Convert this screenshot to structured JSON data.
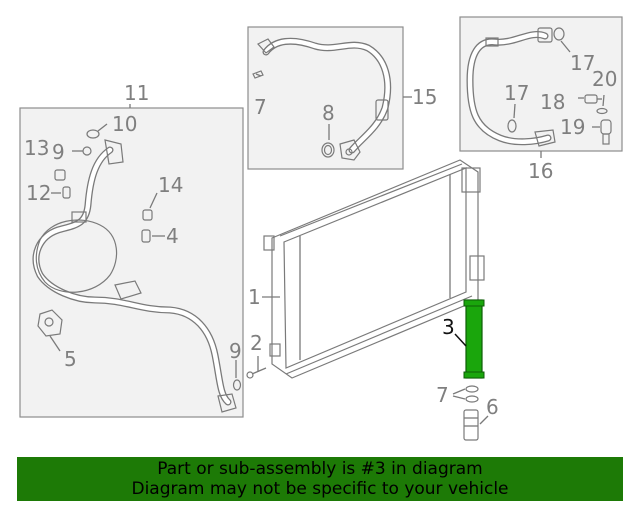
{
  "banner": {
    "line1": "Part or sub-assembly is #3 in diagram",
    "line2": "Diagram may not be specific to your vehicle",
    "color": "#1d7a06"
  },
  "highlight_color": "#1aa60c",
  "callouts": [
    "1",
    "2",
    "3",
    "4",
    "5",
    "6",
    "7",
    "7",
    "8",
    "9",
    "9",
    "10",
    "11",
    "12",
    "13",
    "14",
    "15",
    "16",
    "17",
    "17",
    "18",
    "19",
    "20"
  ],
  "highlighted_callout": "3"
}
